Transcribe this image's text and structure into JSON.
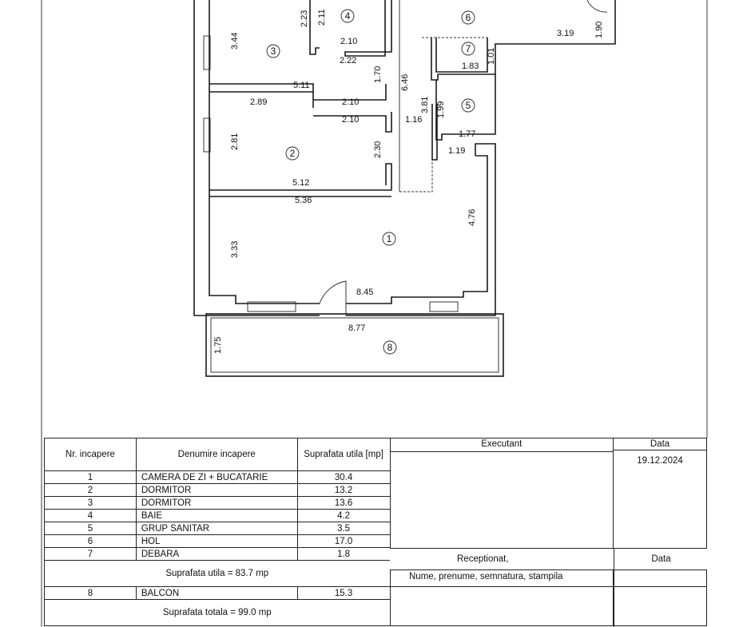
{
  "plan": {
    "room_numbers": [
      "1",
      "2",
      "3",
      "4",
      "5",
      "6",
      "7",
      "8"
    ],
    "dimensions": [
      "3.44",
      "2.23",
      "2.11",
      "2.10",
      "2.22",
      "1.70",
      "5.11",
      "2.89",
      "2.10",
      "2.10",
      "1.16",
      "6.46",
      "3.81",
      "1.99",
      "2.81",
      "2.30",
      "5.12",
      "5.36",
      "3.33",
      "4.76",
      "8.45",
      "8.77",
      "1.75",
      "3.19",
      "1.90",
      "1.01",
      "1.83",
      "1.77",
      "1.19"
    ]
  },
  "table": {
    "headers": {
      "nr": "Nr. incapere",
      "name": "Denumire incapere",
      "area": "Suprafata utila [mp]"
    },
    "rows": [
      {
        "nr": "1",
        "name": "CAMERA DE ZI + BUCATARIE",
        "area": "30.4"
      },
      {
        "nr": "2",
        "name": "DORMITOR",
        "area": "13.2"
      },
      {
        "nr": "3",
        "name": "DORMITOR",
        "area": "13.6"
      },
      {
        "nr": "4",
        "name": "BAIE",
        "area": "4.2"
      },
      {
        "nr": "5",
        "name": "GRUP SANITAR",
        "area": "3.5"
      },
      {
        "nr": "6",
        "name": "HOL",
        "area": "17.0"
      },
      {
        "nr": "7",
        "name": "DEBARA",
        "area": "1.8"
      }
    ],
    "useful_total": "Suprafata utila = 83.7 mp",
    "balcony": {
      "nr": "8",
      "name": "BALCON",
      "area": "15.3"
    },
    "grand_total": "Suprafata totala = 99.0 mp"
  },
  "signoff": {
    "executant_label": "Executant",
    "data_label": "Data",
    "date": "19.12.2024",
    "receptionat_label": "Receptionat,",
    "data_label_2": "Data",
    "signature_hint": "Nume, prenume, semnatura, stampila"
  }
}
